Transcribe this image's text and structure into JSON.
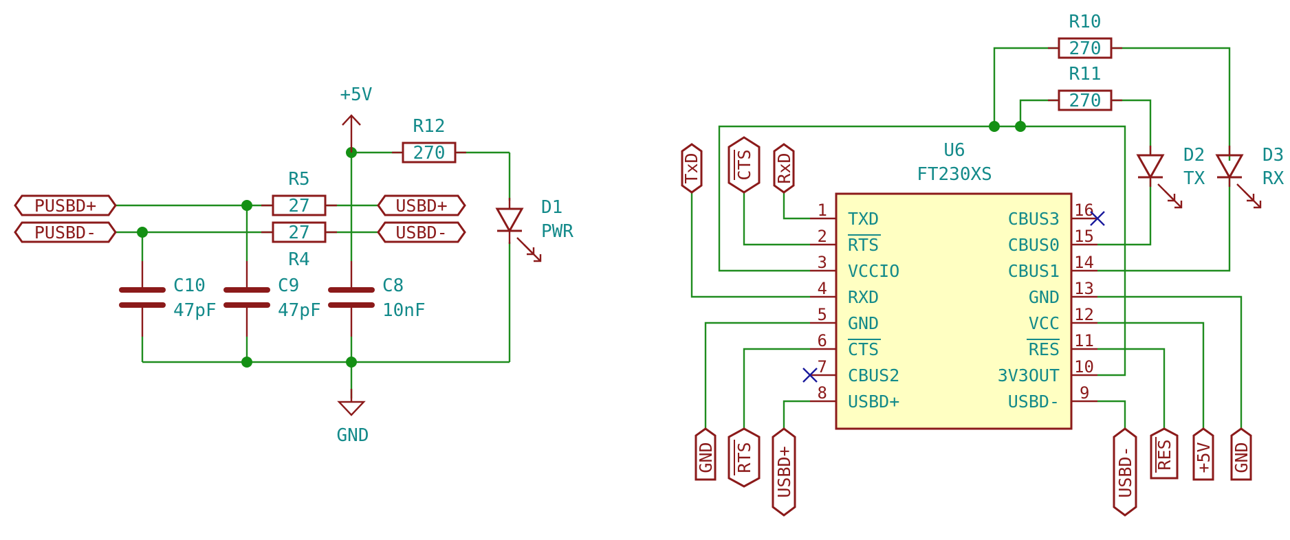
{
  "power": {
    "vcc": "+5V",
    "gnd": "GND"
  },
  "left": {
    "labels": {
      "pusbd_p": "PUSBD+",
      "pusbd_m": "PUSBD-",
      "usbd_p": "USBD+",
      "usbd_m": "USBD-"
    },
    "r12": {
      "ref": "R12",
      "value": "270"
    },
    "r5": {
      "ref": "R5",
      "value": "27"
    },
    "r4": {
      "ref": "R4",
      "value": "27"
    },
    "c10": {
      "ref": "C10",
      "value": "47pF"
    },
    "c9": {
      "ref": "C9",
      "value": "47pF"
    },
    "c8": {
      "ref": "C8",
      "value": "10nF"
    },
    "d1": {
      "ref": "D1",
      "value": "PWR"
    }
  },
  "right": {
    "r10": {
      "ref": "R10",
      "value": "270"
    },
    "r11": {
      "ref": "R11",
      "value": "270"
    },
    "d2": {
      "ref": "D2",
      "value": "TX"
    },
    "d3": {
      "ref": "D3",
      "value": "RX"
    },
    "u6": {
      "ref": "U6",
      "value": "FT230XS",
      "left_pins": [
        {
          "num": "1",
          "name": "TXD"
        },
        {
          "num": "2",
          "name": "RTS"
        },
        {
          "num": "3",
          "name": "VCCIO"
        },
        {
          "num": "4",
          "name": "RXD"
        },
        {
          "num": "5",
          "name": "GND"
        },
        {
          "num": "6",
          "name": "CTS"
        },
        {
          "num": "7",
          "name": "CBUS2"
        },
        {
          "num": "8",
          "name": "USBD+"
        }
      ],
      "right_pins": [
        {
          "num": "16",
          "name": "CBUS3"
        },
        {
          "num": "15",
          "name": "CBUS0"
        },
        {
          "num": "14",
          "name": "CBUS1"
        },
        {
          "num": "13",
          "name": "GND"
        },
        {
          "num": "12",
          "name": "VCC"
        },
        {
          "num": "11",
          "name": "RES"
        },
        {
          "num": "10",
          "name": "3V3OUT"
        },
        {
          "num": "9",
          "name": "USBD-"
        }
      ]
    },
    "labels": {
      "txd": "TxD",
      "cts": "CTS",
      "rxd": "RxD",
      "gnd_bottom_left": "GND",
      "rts": "RTS",
      "usbd_p": "USBD+",
      "usbd_m": "USBD-",
      "res": "RES",
      "vcc": "+5V",
      "gnd_bottom_right": "GND"
    }
  },
  "colors": {
    "wire": "#1e8c1e",
    "component": "#8b1a1a",
    "text": "#138a8a",
    "chip_fill": "#ffffc2",
    "no_connect": "#1a1a9c"
  }
}
